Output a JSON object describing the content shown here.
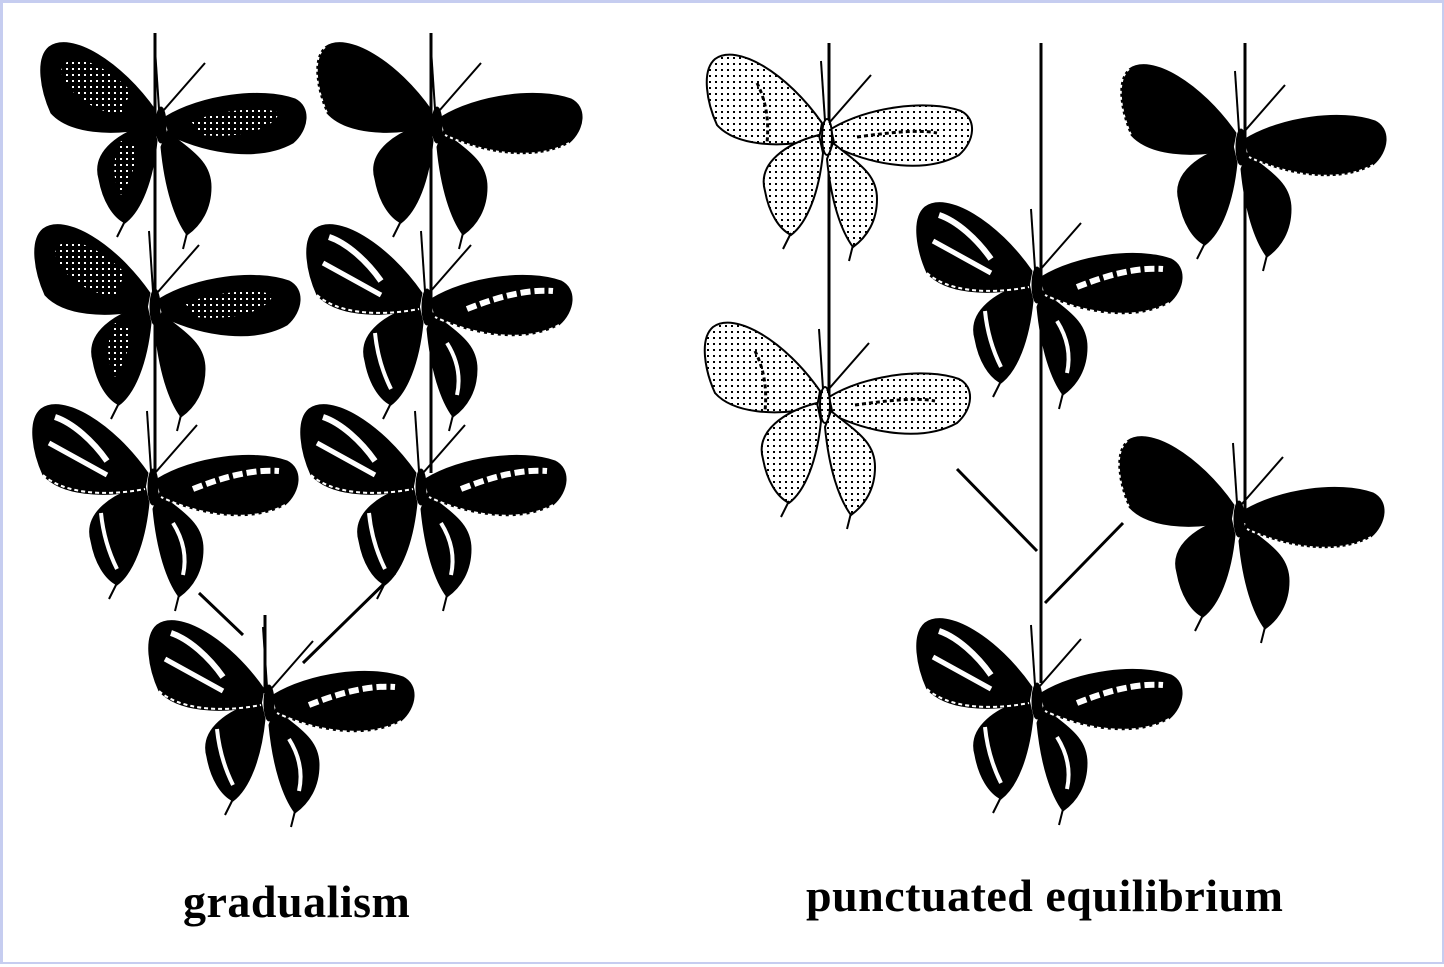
{
  "captions": {
    "gradualism": "gradualism",
    "punctuated": "punctuated equilibrium"
  },
  "colors": {
    "ink": "#000000",
    "background": "#ffffff",
    "border": "#c6cdf0"
  },
  "panels": [
    {
      "name": "gradualism",
      "butterflies": [
        "patterned",
        "patterned",
        "patterned",
        "banded",
        "banded",
        "banded-dark",
        "solid-dark"
      ]
    },
    {
      "name": "punctuated equilibrium",
      "butterflies": [
        "banded",
        "outline-light",
        "outline-light",
        "banded",
        "solid-dark",
        "solid-dark"
      ]
    }
  ]
}
